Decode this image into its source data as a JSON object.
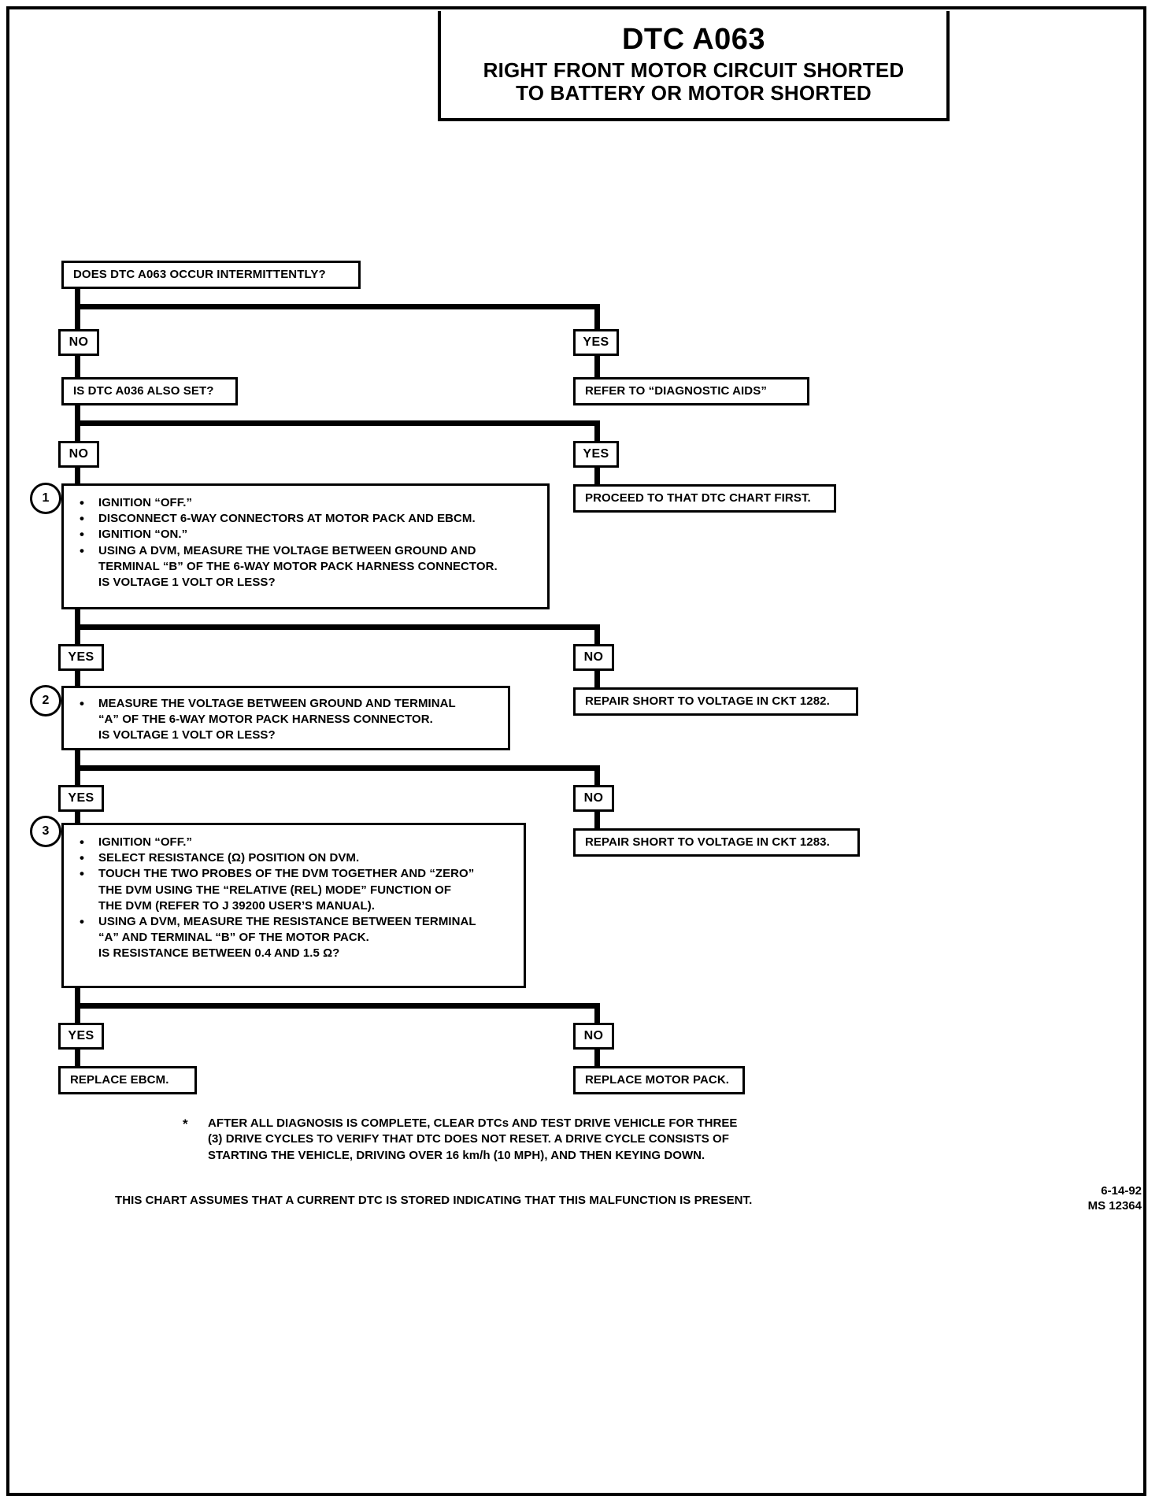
{
  "header": {
    "dtc_code": "DTC A063",
    "description_line1": "RIGHT FRONT MOTOR CIRCUIT SHORTED",
    "description_line2": "TO BATTERY OR MOTOR SHORTED"
  },
  "labels": {
    "yes": "YES",
    "no": "NO",
    "step1": "1",
    "step2": "2",
    "step3": "3"
  },
  "nodes": {
    "q1": "DOES DTC A063 OCCUR INTERMITTENTLY?",
    "q1_yes_result": "REFER TO “DIAGNOSTIC AIDS”",
    "q2": "IS DTC A036 ALSO SET?",
    "q2_yes_result": "PROCEED TO THAT DTC CHART FIRST.",
    "step1_bullets": [
      "IGNITION “OFF.”",
      "DISCONNECT 6-WAY CONNECTORS AT MOTOR PACK AND EBCM.",
      "IGNITION “ON.”",
      "USING A DVM, MEASURE THE VOLTAGE BETWEEN GROUND AND"
    ],
    "step1_cont": [
      "TERMINAL “B” OF THE 6-WAY MOTOR PACK HARNESS CONNECTOR.",
      "IS VOLTAGE 1 VOLT OR LESS?"
    ],
    "step1_no_result": "REPAIR SHORT TO VOLTAGE IN CKT 1282.",
    "step2_bullets": [
      "MEASURE THE VOLTAGE BETWEEN GROUND AND TERMINAL"
    ],
    "step2_cont": [
      "“A” OF THE 6-WAY MOTOR PACK HARNESS CONNECTOR.",
      "IS VOLTAGE 1 VOLT OR LESS?"
    ],
    "step2_no_result": "REPAIR SHORT TO VOLTAGE IN CKT 1283.",
    "step3_items": [
      {
        "bullet": true,
        "text": "IGNITION “OFF.”"
      },
      {
        "bullet": true,
        "text": "SELECT RESISTANCE (Ω) POSITION ON DVM."
      },
      {
        "bullet": true,
        "text": "TOUCH THE TWO PROBES OF THE DVM TOGETHER AND “ZERO”"
      },
      {
        "bullet": false,
        "text": "THE DVM USING THE “RELATIVE (REL) MODE” FUNCTION OF"
      },
      {
        "bullet": false,
        "text": "THE DVM (REFER TO J 39200 USER’S MANUAL)."
      },
      {
        "bullet": true,
        "text": "USING A DVM, MEASURE THE RESISTANCE BETWEEN TERMINAL"
      },
      {
        "bullet": false,
        "text": "“A” AND TERMINAL “B” OF THE MOTOR PACK."
      },
      {
        "bullet": false,
        "text": "IS RESISTANCE BETWEEN 0.4 AND 1.5 Ω?"
      }
    ],
    "step3_yes_result": "REPLACE EBCM.",
    "step3_no_result": "REPLACE MOTOR PACK."
  },
  "footnotes": {
    "star_symbol": "*",
    "note_line1": "AFTER ALL DIAGNOSIS IS COMPLETE, CLEAR DTCs AND TEST DRIVE VEHICLE FOR THREE",
    "note_line2": "(3) DRIVE CYCLES TO VERIFY THAT DTC DOES NOT RESET.  A DRIVE CYCLE CONSISTS OF",
    "note_line3": "STARTING THE VEHICLE, DRIVING OVER 16 km/h (10 MPH), AND THEN KEYING DOWN.",
    "assumption": "THIS CHART ASSUMES THAT A CURRENT DTC IS STORED INDICATING THAT THIS MALFUNCTION IS PRESENT."
  },
  "stamp": {
    "date": "6-14-92",
    "doc_id": "MS 12364"
  }
}
